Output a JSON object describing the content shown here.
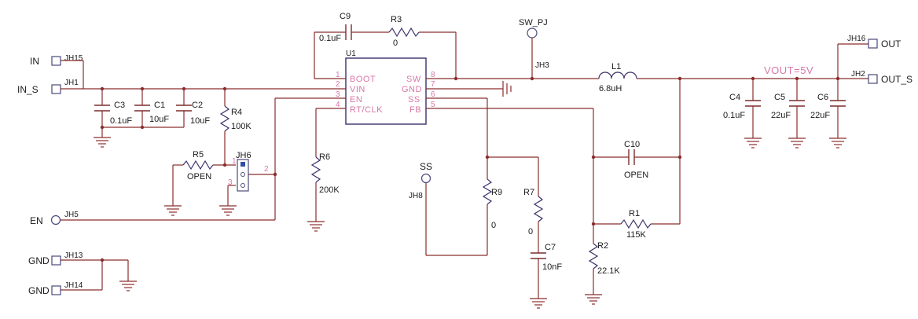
{
  "ports": {
    "in": "IN",
    "in_s": "IN_S",
    "en": "EN",
    "gnd1": "GND",
    "gnd2": "GND",
    "out": "OUT",
    "out_s": "OUT_S",
    "sw_pj": "SW_PJ",
    "ss": "SS"
  },
  "jumpers": {
    "jh15": "JH15",
    "jh1": "JH1",
    "jh5": "JH5",
    "jh13": "JH13",
    "jh14": "JH14",
    "jh16": "JH16",
    "jh2": "JH2",
    "jh3": "JH3",
    "jh8": "JH8",
    "jh6": "JH6"
  },
  "ic": {
    "ref": "U1",
    "pins": [
      {
        "num": "1",
        "name": "BOOT"
      },
      {
        "num": "2",
        "name": "VIN"
      },
      {
        "num": "3",
        "name": "EN"
      },
      {
        "num": "4",
        "name": "RT/CLK"
      },
      {
        "num": "8",
        "name": "SW"
      },
      {
        "num": "7",
        "name": "GND"
      },
      {
        "num": "6",
        "name": "SS"
      },
      {
        "num": "5",
        "name": "FB"
      }
    ]
  },
  "jh6_pins": {
    "p1": "1",
    "p2": "2",
    "p3": "3"
  },
  "components": {
    "c9": {
      "ref": "C9",
      "value": "0.1uF"
    },
    "r3": {
      "ref": "R3",
      "value": "0"
    },
    "c3": {
      "ref": "C3",
      "value": "0.1uF"
    },
    "c1": {
      "ref": "C1",
      "value": "10uF"
    },
    "c2": {
      "ref": "C2",
      "value": "10uF"
    },
    "r4": {
      "ref": "R4",
      "value": "100K"
    },
    "r5": {
      "ref": "R5",
      "value": "OPEN"
    },
    "r6": {
      "ref": "R6",
      "value": "200K"
    },
    "r9": {
      "ref": "R9",
      "value": "0"
    },
    "r7": {
      "ref": "R7",
      "value": "0"
    },
    "c7": {
      "ref": "C7",
      "value": "10nF"
    },
    "l1": {
      "ref": "L1",
      "value": "6.8uH"
    },
    "c10": {
      "ref": "C10",
      "value": "OPEN"
    },
    "r1": {
      "ref": "R1",
      "value": "115K"
    },
    "r2": {
      "ref": "R2",
      "value": "22.1K"
    },
    "c4": {
      "ref": "C4",
      "value": "0.1uF"
    },
    "c5": {
      "ref": "C5",
      "value": "22uF"
    },
    "c6": {
      "ref": "C6",
      "value": "22uF"
    }
  },
  "vout_label": "VOUT=5V",
  "colors": {
    "wire": "#8b2d2d",
    "pin_label": "#d878a8",
    "jumper_selected": "#2f4fa6"
  }
}
